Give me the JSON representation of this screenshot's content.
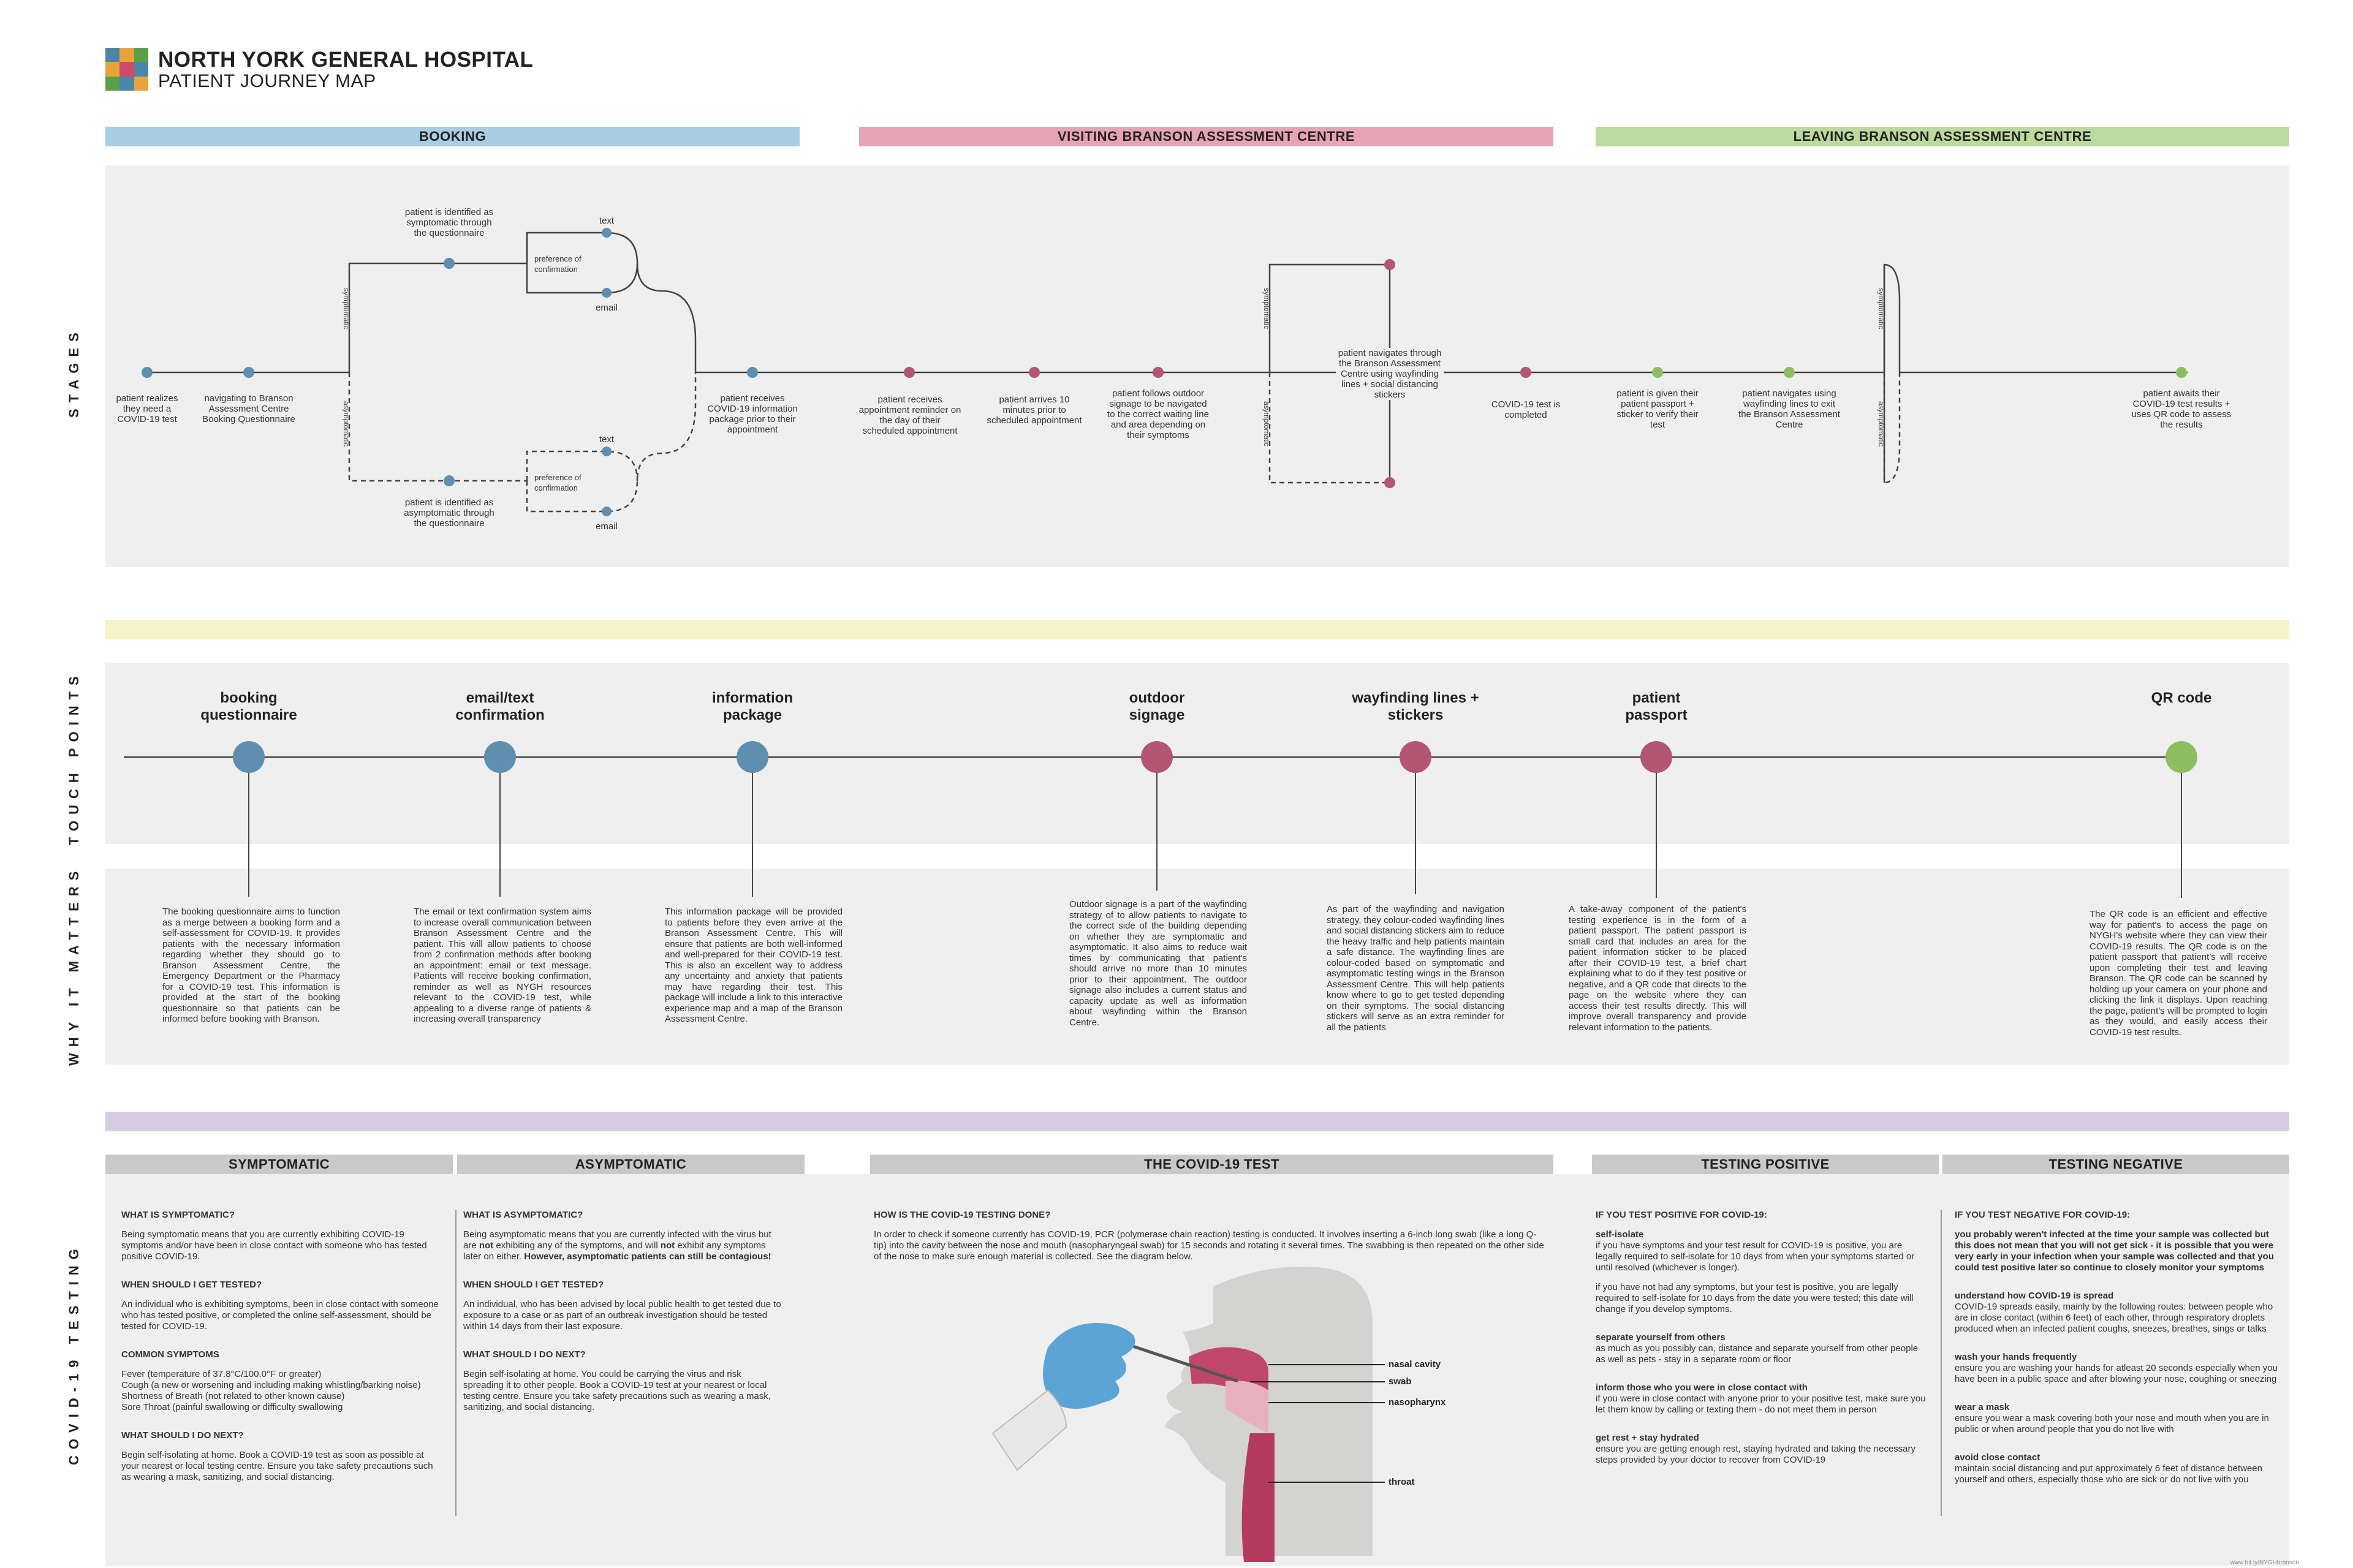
{
  "header": {
    "title": "NORTH YORK GENERAL HOSPITAL",
    "subtitle": "PATIENT JOURNEY MAP",
    "logo_colors": [
      "#4a86a8",
      "#e8a43a",
      "#5aa048",
      "#e8a43a",
      "#d24a6a",
      "#4a86a8",
      "#5aa048",
      "#4a86a8",
      "#e8a43a"
    ]
  },
  "phases": [
    {
      "label": "BOOKING",
      "color": "#a9cde2"
    },
    {
      "label": "VISITING BRANSON ASSESSMENT CENTRE",
      "color": "#e6a3b6"
    },
    {
      "label": "LEAVING BRANSON ASSESSMENT CENTRE",
      "color": "#bcd99e"
    }
  ],
  "side_labels": {
    "stages": "STAGES",
    "touch_points": "TOUCH POINTS",
    "why_it_matters": "WHY IT MATTERS",
    "covid_testing": "COVID-19 TESTING"
  },
  "colors": {
    "blue": "#5f8fae",
    "pink": "#b35673",
    "green": "#8cbe5f",
    "yellow_band": "#f5f3c8",
    "purple_band": "#d6cbe0",
    "panel": "#efefef",
    "header_grey": "#c9c9c9"
  },
  "stages": {
    "patient_realizes": "patient realizes they need a COVID-19 test",
    "navigating": "navigating to Branson Assessment Centre Booking Questionnaire",
    "symptomatic_branch": "symptomatic",
    "asymptomatic_branch": "asymptomatic",
    "identified_symptomatic": "patient is identified as symptomatic through the questionnaire",
    "identified_asymptomatic": "patient is identified as asymptomatic through the questionnaire",
    "preference": "preference of confirmation",
    "text": "text",
    "email": "email",
    "receives_package": "patient receives COVID-19 information package prior to their appointment",
    "reminder": "patient receives appointment reminder on the day of their scheduled appointment",
    "arrives": "patient arrives 10 minutes prior to scheduled appointment",
    "follows_signage": "patient follows outdoor signage to be navigated to the correct waiting line and area depending on their symptoms",
    "navigates_lines": "patient navigates through the Branson Assessment Centre using wayfinding lines + social distancing stickers",
    "test_completed": "COVID-19 test is completed",
    "given_passport": "patient is given their patient passport + sticker to verify their test",
    "navigates_exit": "patient navigates using wayfinding lines to exit the Branson Assessment Centre",
    "awaits_results": "patient awaits their COVID-19 test results + uses QR code to assess the results"
  },
  "touch_points": [
    {
      "label": "booking questionnaire",
      "color": "#5f8fae",
      "why": "The booking questionnaire aims to function as a merge between a booking form and a self-assessment for COVID-19. It provides patients with the necessary information regarding whether they should go to Branson Assessment Centre, the Emergency Department or the Pharmacy for a COVID-19 test. This information is provided at the start of the booking questionnaire so that patients can be informed before booking with Branson."
    },
    {
      "label": "email/text confirmation",
      "color": "#5f8fae",
      "why": "The email or text confirmation system aims to increase overall communication between Branson Assessment Centre and the patient. This will allow patients to choose from 2 confirmation methods after booking an appointment: email or text message. Patients will receive booking confirmation, reminder as well as NYGH resources relevant to the COVID-19 test, while appealing to a diverse range of patients & increasing overall transparency"
    },
    {
      "label": "information package",
      "color": "#5f8fae",
      "why": "This information package will be provided to patients before they even arrive at the Branson Assessment Centre. This will ensure that patients are both well-informed and well-prepared for their COVID-19 test. This is also an excellent way to address any uncertainty and anxiety that patients may have regarding their test. This package will include a link to this interactive experience map and a map of the Branson Assessment Centre."
    },
    {
      "label": "outdoor signage",
      "color": "#b35673",
      "why": "Outdoor signage is a part of the wayfinding strategy of to allow patients to navigate to the correct side of the building depending on whether they are symptomatic and asymptomatic. It also aims to reduce wait times by communicating that patient's should arrive no more than 10 minutes prior to their appointment. The outdoor signage also includes a current status and capacity update as well as information about wayfinding within the Branson Centre."
    },
    {
      "label": "wayfinding lines + stickers",
      "color": "#b35673",
      "why": "As part of the wayfinding and navigation strategy, they colour-coded wayfinding lines and social distancing stickers aim to reduce the heavy traffic and help patients maintain a safe distance. The wayfinding lines are colour-coded based on symptomatic and asymptomatic testing wings in the Branson Assessment Centre. This will help patients know where to go to get tested depending on their symptoms. The social distancing stickers will serve as an extra reminder for all the patients"
    },
    {
      "label": "patient passport",
      "color": "#b35673",
      "why": "A take-away component of the patient's testing experience is in the form of a patient passport. The patient passport is small card that includes an area for the patient information sticker to be placed after their COVID-19 test, a brief chart explaining what to do if they test positive or negative, and a QR code that directs to the page on the website where they can access their test results directly. This will improve overall transparency and provide relevant information to the patients."
    },
    {
      "label": "QR code",
      "color": "#8cbe5f",
      "why": "The QR code is an efficient and effective way for patient's to access the page on NYGH's website where they can view their COVID-19 results. The QR code is on the patient passport that patient's will receive upon completing their test and leaving Branson. The QR code can be scanned by holding up your camera on your phone and clicking the link it displays. Upon reaching the page, patient's will be prompted to login as they would, and easily access their COVID-19 test results."
    }
  ],
  "testing": {
    "symptomatic": {
      "header": "SYMPTOMATIC",
      "q1": "WHAT IS SYMPTOMATIC?",
      "a1": "Being symptomatic means that you are currently exhibiting COVID-19 symptoms and/or have been in close contact with someone who has tested positive COVID-19.",
      "q2": "WHEN SHOULD I GET TESTED?",
      "a2": "An individual who is exhibiting symptoms, been in close contact with someone who has tested positive, or completed the online self-assessment, should be tested for COVID-19.",
      "q3": "COMMON SYMPTOMS",
      "symptoms": [
        "Fever (temperature of 37.8°C/100.0°F or greater)",
        "Cough (a new or worsening and including making whistling/barking noise)",
        "Shortness of Breath (not related to other known cause)",
        "Sore Throat  (painful swallowing or difficulty swallowing"
      ],
      "q4": "WHAT SHOULD I DO NEXT?",
      "a4": "Begin self-isolating at home. Book a COVID-19 test as soon as possible at your nearest or local testing centre. Ensure you take safety precautions such as wearing a mask, sanitizing, and social distancing."
    },
    "asymptomatic": {
      "header": "ASYMPTOMATIC",
      "q1": "WHAT IS ASYMPTOMATIC?",
      "a1_a": "Being asymptomatic means that you are currently infected with the virus but are",
      "a1_not": "not",
      "a1_b": "exhibiting any of the symptoms, and will",
      "a1_not2": "not",
      "a1_c": "exhibit any symptoms later on either.",
      "a1_bold": "However, asymptomatic patients can still be contagious!",
      "q2": "WHEN SHOULD I GET TESTED?",
      "a2": "An individual, who has been advised by local public health to get tested due to exposure to a case or as part of an outbreak investigation should be tested within 14 days from their last exposure.",
      "q3": "WHAT SHOULD I DO NEXT?",
      "a3": "Begin self-isolating at home. You could be carrying the virus and risk spreading it to other people. Book a COVID-19 test at your nearest or local testing centre. Ensure you take safety precautions such as wearing a mask, sanitizing, and social distancing."
    },
    "test": {
      "header": "THE COVID-19 TEST",
      "q1": "HOW IS THE COVID-19 TESTING DONE?",
      "a1": "In order to check if someone currently has COVID-19, PCR (polymerase chain reaction) testing is conducted. It involves inserting a 6-inch long swab (like a long Q-tip) into the cavity between the nose and mouth (nasopharyngeal swab) for 15 seconds and rotating it several times. The swabbing is then repeated on the other side of the nose to make sure enough material is collected. See the diagram below.",
      "labels": {
        "nasal": "nasal cavity",
        "swab": "swab",
        "naso": "nasopharynx",
        "throat": "throat"
      }
    },
    "positive": {
      "header": "TESTING POSITIVE",
      "q1": "IF YOU TEST POSITIVE FOR COVID-19:",
      "h1": "self-isolate",
      "p1": "if you have symptoms and your test result for COVID-19 is positive, you are legally required to self-isolate for 10 days from when your symptoms started or until resolved (whichever is longer).",
      "p1b": "if you have not had any symptoms, but your test is positive, you are legally required to self-isolate for 10 days from the date you were tested; this date will change if you develop symptoms.",
      "h2": "separate yourself from others",
      "p2": "as much as you possibly can, distance and separate yourself from other people as well as pets - stay in a separate room or floor",
      "h3": "inform those who you were in close contact with",
      "p3": "if you were in close contact with anyone prior to your positive test, make sure you let them know by calling or texting them - do not meet them in person",
      "h4": "get rest + stay hydrated",
      "p4": "ensure you are getting enough rest, staying hydrated and taking the necessary steps provided by your doctor to recover from COVID-19"
    },
    "negative": {
      "header": "TESTING NEGATIVE",
      "q1": "IF YOU TEST NEGATIVE FOR COVID-19:",
      "b1": "you probably weren't infected at the time your sample was collected but this does not mean that you will not get sick - it is possible that you were very early in your infection when your sample was collected and that you could test positive later so continue to closely monitor your symptoms",
      "h2": "understand how COVID-19 is spread",
      "p2": "COVID-19 spreads easily, mainly by the following routes: between people who are in close contact (within 6 feet) of each other, through respiratory droplets produced when an infected patient coughs, sneezes, breathes, sings or talks",
      "h3": "wash your hands frequently",
      "p3": "ensure you are washing your hands for atleast 20 seconds especially when you have been in a public space and after blowing your nose, coughing or sneezing",
      "h4": "wear a mask",
      "p4": "ensure you wear a mask covering both your nose and mouth when you are in public or when around people that you do not live with",
      "h5": "avoid close contact",
      "p5": "maintain social distancing and put approximately 6 feet of distance between yourself and others, especially those who are sick or do not live with you"
    }
  },
  "footer": "www.bit.ly/NYGHbranson"
}
